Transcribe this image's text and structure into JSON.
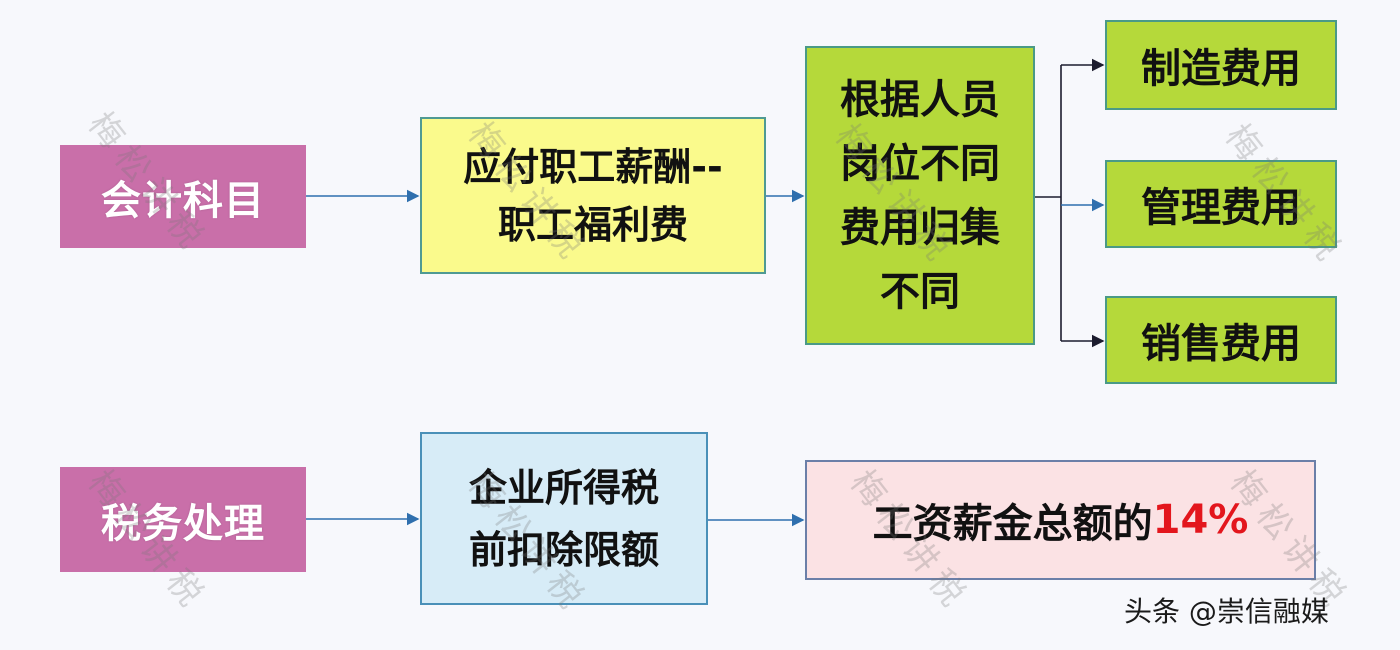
{
  "diagram": {
    "row1": {
      "label": "会计科目",
      "account": "应付职工薪酬--\n职工福利费",
      "allocation": "根据人员\n岗位不同\n费用归集\n不同",
      "targets": [
        "制造费用",
        "管理费用",
        "销售费用"
      ]
    },
    "row2": {
      "label": "税务处理",
      "limit_rule": "企业所得税\n前扣除限额",
      "result_prefix": "工资薪金总额的",
      "result_value": "14%"
    }
  },
  "watermark": {
    "text": "梅松讲税"
  },
  "footer": {
    "source": "头条 @崇信融媒"
  },
  "colors": {
    "background": "#f7f8fc",
    "pink_label": "#c96fa9",
    "yellow_box": "#fafa8c",
    "green_box": "#b5d93a",
    "blue_box": "#d7ecf7",
    "pink_light_box": "#fbe2e4",
    "highlight_red": "#e3161d",
    "arrow_blue": "#2f6fae",
    "arrow_dark": "#1c1c2e"
  }
}
